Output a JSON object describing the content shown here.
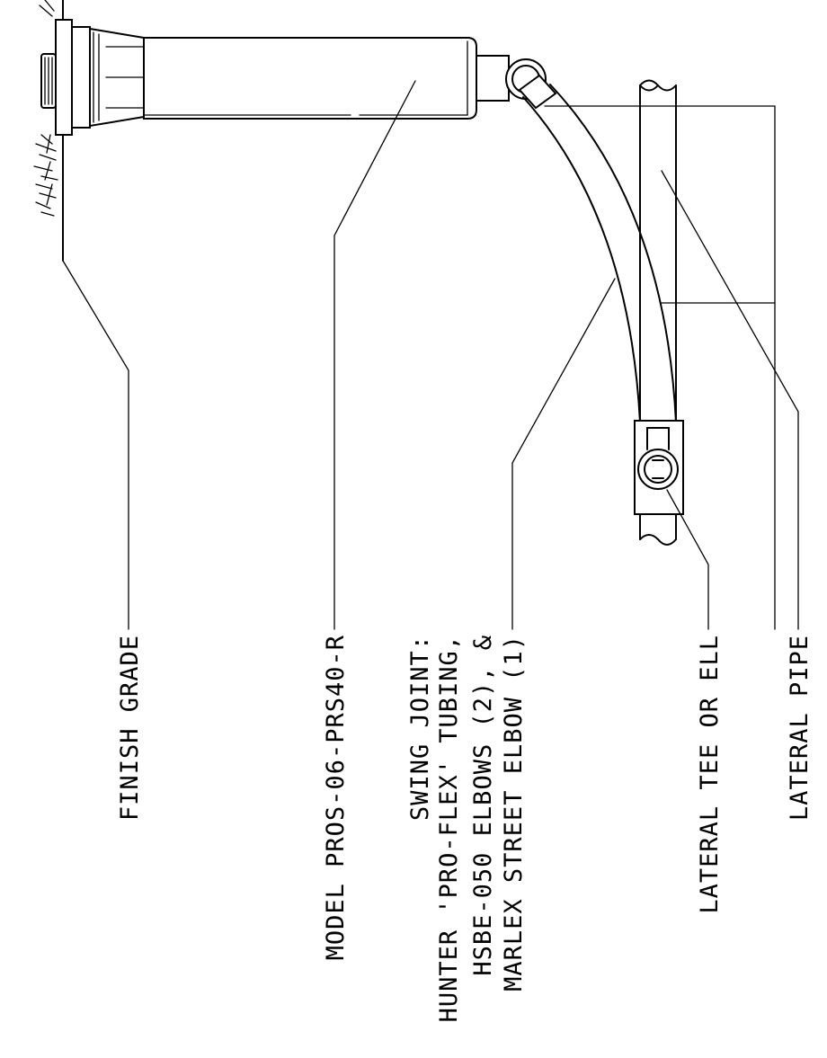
{
  "labels": {
    "finish_grade": "FINISH GRADE",
    "model": "MODEL PROS-06-PRS40-R",
    "swing_joint_1": "SWING JOINT:",
    "swing_joint_2": "HUNTER 'PRO-FLEX' TUBING,",
    "swing_joint_3": "HSBE-050 ELBOWS (2), &",
    "swing_joint_4": "MARLEX STREET ELBOW (1)",
    "lateral_tee": "LATERAL TEE OR ELL",
    "lateral_pipe": "LATERAL PIPE"
  },
  "colors": {
    "ink": "#000000",
    "background": "#ffffff"
  }
}
